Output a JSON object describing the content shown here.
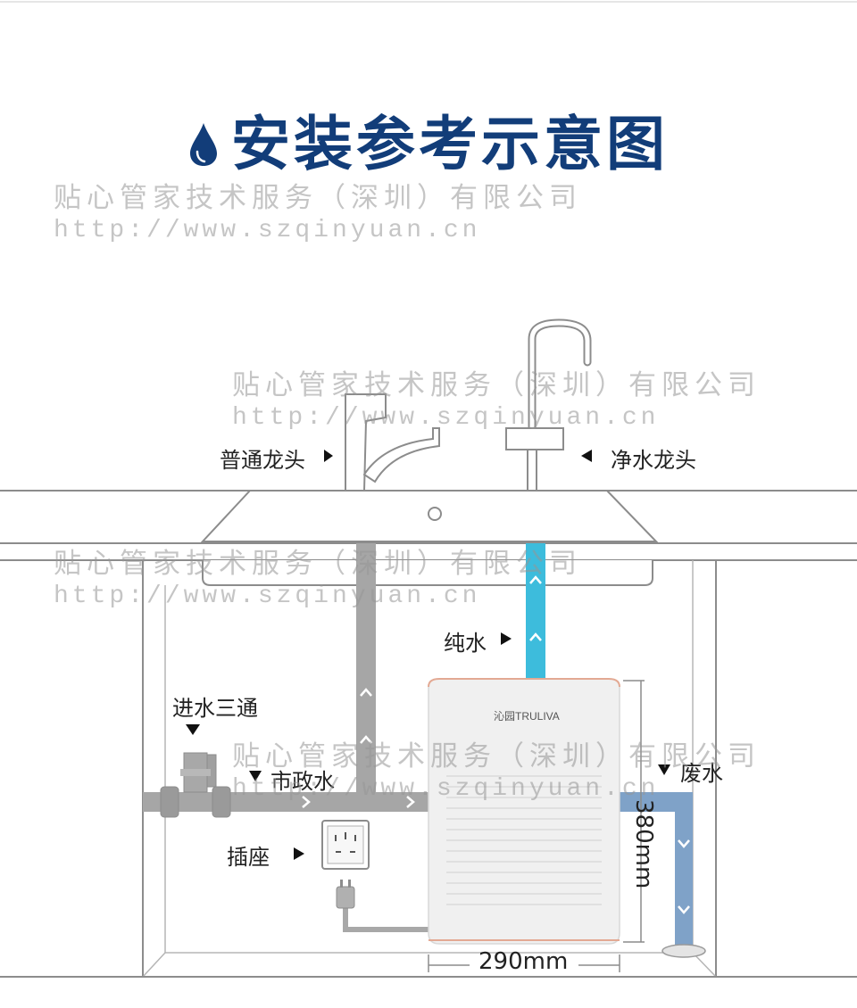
{
  "title": "安装参考示意图",
  "labels": {
    "normal_faucet": "普通龙头",
    "pure_faucet": "净水龙头",
    "pure_water": "纯水",
    "inlet_tee": "进水三通",
    "municipal_water": "市政水",
    "socket": "插座",
    "waste_water": "废水",
    "height_dim": "380mm",
    "width_dim": "290mm",
    "brand": "沁园TRULIVA"
  },
  "watermark": {
    "company": "贴心管家技术服务（深圳）有限公司",
    "url": "http://www.szqinyuan.cn"
  },
  "colors": {
    "title": "#123d79",
    "pure_pipe": "#3dbcdc",
    "waste_pipe": "#7fa2c8",
    "inlet_pipe": "#a6a6a6",
    "outline": "#9a9a9a"
  }
}
